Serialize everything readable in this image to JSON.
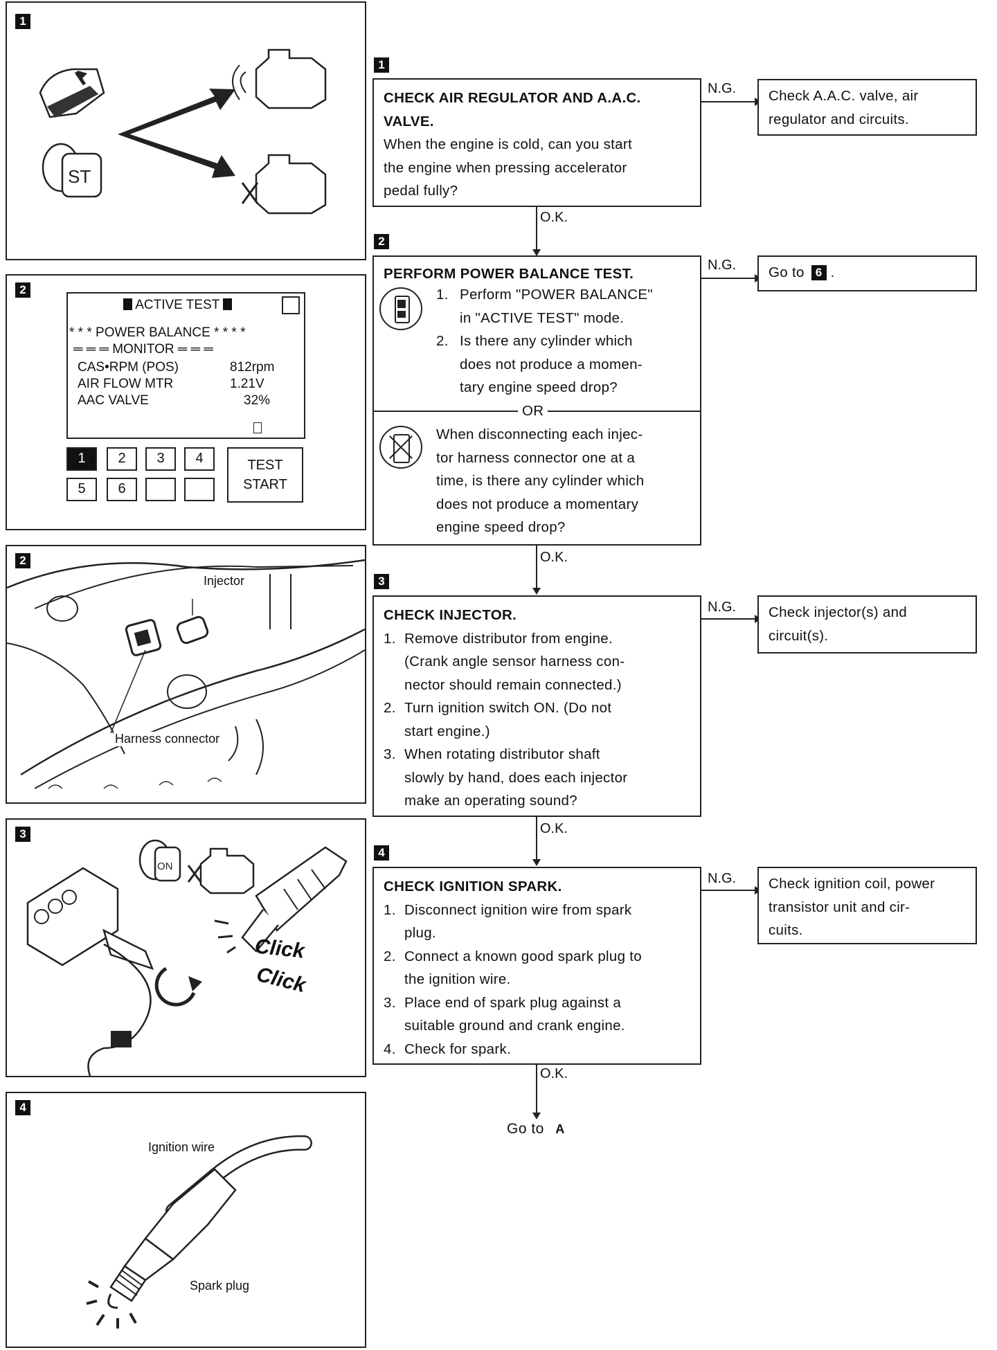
{
  "left_panels": {
    "p1": {
      "badge": "1"
    },
    "p2": {
      "badge": "2",
      "screen_title": "ACTIVE TEST",
      "line1": "* * * POWER BALANCE * * * *",
      "line2": "═ ═ ═ MONITOR ═ ═ ═",
      "rows": [
        {
          "label": "CAS•RPM (POS)",
          "value": "812rpm"
        },
        {
          "label": "AIR FLOW MTR",
          "value": "1.21V"
        },
        {
          "label": "AAC VALVE",
          "value": "32%"
        }
      ],
      "keys": [
        "1",
        "2",
        "3",
        "4",
        "5",
        "6"
      ],
      "test_start_1": "TEST",
      "test_start_2": "START"
    },
    "p3": {
      "badge": "2",
      "injector_label": "Injector",
      "harness_label": "Harness connector"
    },
    "p4": {
      "badge": "3",
      "key_label": "ON",
      "click1": "Click",
      "click2": "Click"
    },
    "p5": {
      "badge": "4",
      "wire_label": "Ignition wire",
      "plug_label": "Spark plug"
    }
  },
  "flow": {
    "step1": {
      "badge": "1",
      "title_1": "CHECK AIR REGULATOR AND A.A.C.",
      "title_2": "VALVE.",
      "body": [
        "When the engine is cold, can you start",
        "the engine when pressing accelerator",
        "pedal fully?"
      ],
      "ng_label": "N.G.",
      "ng_result": [
        "Check A.A.C. valve, air",
        "regulator and circuits."
      ],
      "ok_label": "O.K."
    },
    "step2": {
      "badge": "2",
      "title": "PERFORM POWER BALANCE TEST.",
      "items": [
        {
          "n": "1.",
          "lines": [
            "Perform \"POWER BALANCE\"",
            "in \"ACTIVE TEST\" mode."
          ]
        },
        {
          "n": "2.",
          "lines": [
            "Is there any cylinder which",
            "does not produce a momen-",
            "tary engine speed drop?"
          ]
        }
      ],
      "or_label": "OR",
      "alt": [
        "When disconnecting each injec-",
        "tor harness connector one at a",
        "time, is there any cylinder which",
        "does not produce a momentary",
        "engine speed drop?"
      ],
      "ng_label": "N.G.",
      "ng_result_prefix": "Go to",
      "ng_result_badge": "6",
      "ng_result_suffix": ".",
      "ok_label": "O.K."
    },
    "step3": {
      "badge": "3",
      "title": "CHECK INJECTOR.",
      "items": [
        {
          "n": "1.",
          "lines": [
            "Remove distributor from engine.",
            "(Crank angle sensor harness con-",
            "nector should remain connected.)"
          ]
        },
        {
          "n": "2.",
          "lines": [
            "Turn ignition switch ON. (Do not",
            "start engine.)"
          ]
        },
        {
          "n": "3.",
          "lines": [
            "When rotating distributor shaft",
            "slowly by hand, does each injector",
            "make an operating sound?"
          ]
        }
      ],
      "ng_label": "N.G.",
      "ng_result": [
        "Check injector(s) and",
        "circuit(s)."
      ],
      "ok_label": "O.K."
    },
    "step4": {
      "badge": "4",
      "title": "CHECK IGNITION SPARK.",
      "items": [
        {
          "n": "1.",
          "lines": [
            "Disconnect ignition wire from spark",
            "plug."
          ]
        },
        {
          "n": "2.",
          "lines": [
            "Connect a known good spark plug to",
            "the ignition wire."
          ]
        },
        {
          "n": "3.",
          "lines": [
            "Place end of spark plug against a",
            "suitable ground and crank engine."
          ]
        },
        {
          "n": "4.",
          "lines": [
            "Check for spark."
          ]
        }
      ],
      "ng_label": "N.G.",
      "ng_result": [
        "Check ignition coil, power",
        "transistor unit and cir-",
        "cuits."
      ],
      "ok_label": "O.K."
    },
    "final": {
      "prefix": "Go to",
      "target": "A"
    }
  }
}
